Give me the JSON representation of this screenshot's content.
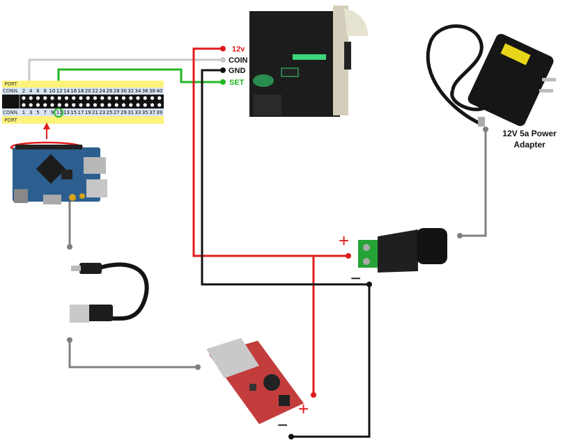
{
  "wire_labels": {
    "v12": "12v",
    "coin": "COIN",
    "gnd": "GND",
    "set": "SET"
  },
  "adapter_caption": {
    "line1": "12V 5a Power",
    "line2": "Adapter"
  },
  "polarity": {
    "plus": "+",
    "minus": "−"
  },
  "gpio_header": {
    "top_port_label": "PORT",
    "top_conn_label": "CONN.",
    "bottom_conn_label": "CONN.",
    "bottom_port_label": "PORT",
    "top_pins": [
      "2",
      "4",
      "6",
      "8",
      "10",
      "12",
      "14",
      "16",
      "18",
      "20",
      "22",
      "24",
      "26",
      "28",
      "30",
      "32",
      "34",
      "36",
      "38",
      "40"
    ],
    "bottom_pins": [
      "1",
      "3",
      "5",
      "7",
      "9",
      "11",
      "13",
      "15",
      "17",
      "19",
      "21",
      "23",
      "25",
      "27",
      "29",
      "31",
      "33",
      "35",
      "37",
      "39"
    ],
    "highlighted_pin": "11"
  },
  "colors": {
    "red_wire": "#e01b1b",
    "grey_wire": "#c9c9c9",
    "black_wire": "#111111",
    "green_wire": "#22b522",
    "cable_grey": "#7f7f7f",
    "set_label": "#22b522",
    "v12_label": "#e01b1b"
  },
  "icons": [
    "orange-pi-board-icon",
    "coin-acceptor-icon",
    "power-adapter-icon",
    "dc-jack-icon",
    "usb-cable-icon",
    "buck-converter-icon"
  ]
}
